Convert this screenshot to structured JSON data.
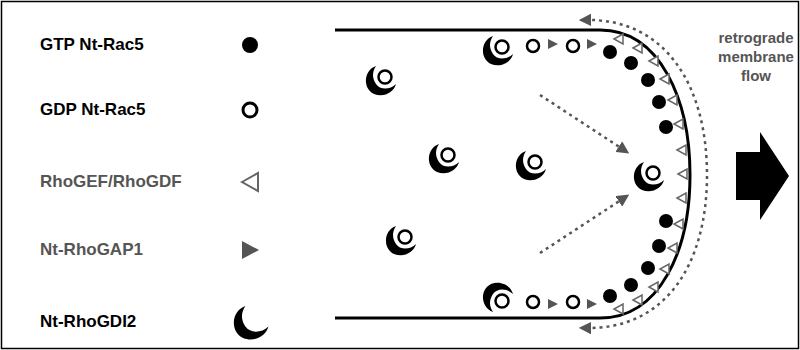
{
  "diagram": {
    "labels": [
      "retrograde membrane flow"
    ],
    "legend": [
      {
        "text": "GTP Nt-Rac5"
      },
      {
        "text": "GDP Nt-Rac5"
      },
      {
        "text": "RhoGEF/RhoGDF"
      },
      {
        "text": "Nt-RhoGAP1"
      },
      {
        "text": "Nt-RhoGDI2"
      }
    ]
  }
}
